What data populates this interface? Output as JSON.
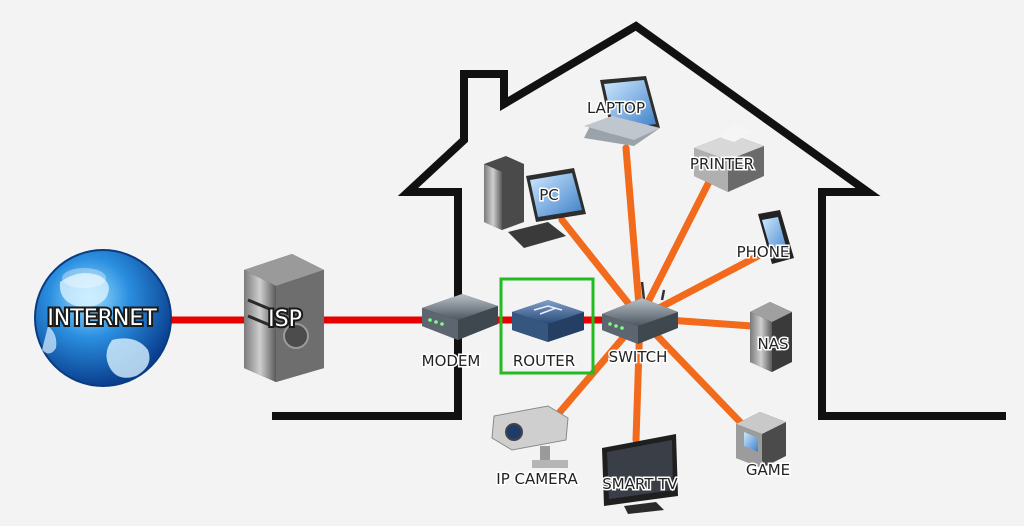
{
  "labels": {
    "internet": "INTERNET",
    "isp": "ISP",
    "modem": "MODEM",
    "router": "ROUTER",
    "switch": "SWITCH",
    "pc": "PC",
    "laptop": "LAPTOP",
    "printer": "PRINTER",
    "phone": "PHONE",
    "nas": "NAS",
    "game": "GAME",
    "smart_tv": "SMART TV",
    "ip_camera": "IP CAMERA"
  },
  "colors": {
    "wan_link": "#e60000",
    "lan_link": "#f26a1b",
    "house_outline": "#111111",
    "highlight": "#22bb22",
    "background": "#f3f3f3"
  }
}
